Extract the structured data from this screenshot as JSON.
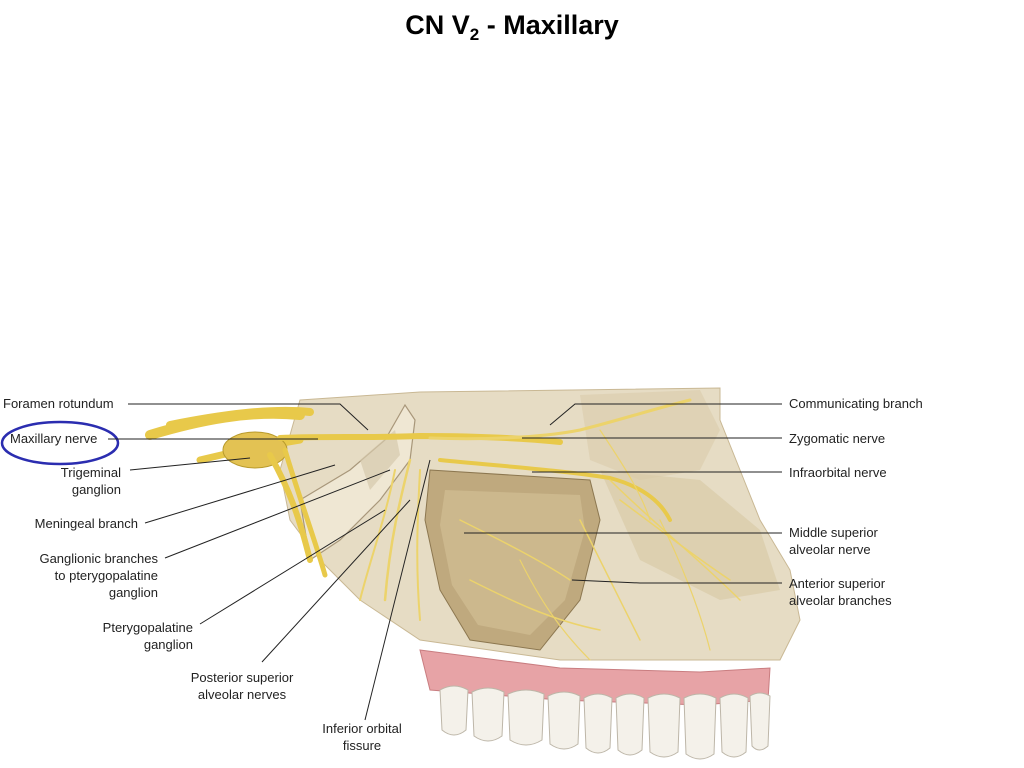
{
  "title": {
    "main": "CN V",
    "subscript": "2",
    "suffix": " - Maxillary"
  },
  "labels": {
    "foramen_rotundum": "Foramen rotundum",
    "maxillary_nerve": "Maxillary nerve",
    "trigeminal_ganglion_1": "Trigeminal",
    "trigeminal_ganglion_2": "ganglion",
    "meningeal_branch": "Meningeal branch",
    "ganglionic_branches_1": "Ganglionic branches",
    "ganglionic_branches_2": "to pterygopalatine",
    "ganglionic_branches_3": "ganglion",
    "pterygopalatine_ganglion_1": "Pterygopalatine",
    "pterygopalatine_ganglion_2": "ganglion",
    "posterior_superior_1": "Posterior superior",
    "posterior_superior_2": "alveolar nerves",
    "inferior_orbital_1": "Inferior orbital",
    "inferior_orbital_2": "fissure",
    "communicating_branch": "Communicating branch",
    "zygomatic_nerve": "Zygomatic nerve",
    "infraorbital_nerve": "Infraorbital nerve",
    "middle_superior_1": "Middle superior",
    "middle_superior_2": "alveolar nerve",
    "anterior_superior_1": "Anterior superior",
    "anterior_superior_2": "alveolar branches"
  },
  "colors": {
    "highlight_circle": "#2b2db0",
    "bone": "#e6dcc4",
    "bone_shadow": "#c9b894",
    "nerve": "#e8c94a",
    "gum": "#e7a3a6",
    "tooth": "#f4f1ea"
  }
}
